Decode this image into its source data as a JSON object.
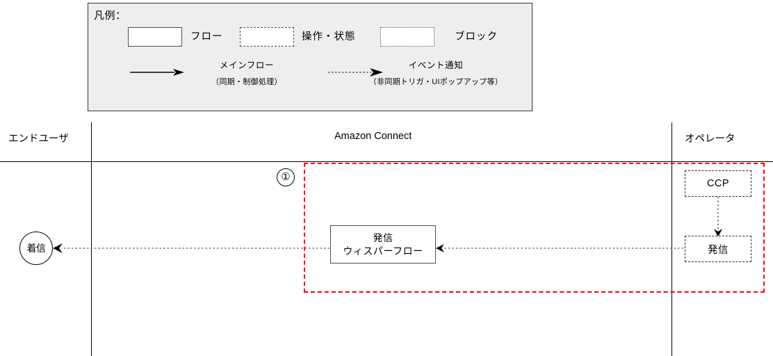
{
  "legend": {
    "title": "凡例：",
    "shapes": [
      {
        "icon": "solid-rectangle-icon",
        "style": "solid",
        "label": "フロー"
      },
      {
        "icon": "dashed-rectangle-icon",
        "style": "dashed",
        "label": "操作・状態"
      },
      {
        "icon": "dotted-rectangle-icon",
        "style": "dotted",
        "label": "ブロック"
      }
    ],
    "arrows": [
      {
        "icon": "solid-arrow-icon",
        "style": "solid",
        "label": "メインフロー",
        "sublabel": "（同期・制御処理）"
      },
      {
        "icon": "dotted-arrow-icon",
        "style": "dotted",
        "label": "イベント通知",
        "sublabel": "（非同期トリガ・UIポップアップ等）"
      }
    ]
  },
  "lanes": [
    {
      "id": "end-user",
      "title": "エンドユーザ"
    },
    {
      "id": "amazon-connect",
      "title": "Amazon Connect"
    },
    {
      "id": "operator",
      "title": "オペレータ"
    }
  ],
  "highlight": {
    "marker": "①",
    "color": "#ff0000"
  },
  "nodes": [
    {
      "id": "incoming-call",
      "shape": "circle",
      "label": "着信",
      "lane": "end-user"
    },
    {
      "id": "whisper-flow",
      "shape": "solid-rectangle",
      "label": "発信\nウィスパーフロー",
      "line1": "発信",
      "line2": "ウィスパーフロー",
      "lane": "amazon-connect"
    },
    {
      "id": "ccp",
      "shape": "dashed-rectangle",
      "label": "CCP",
      "lane": "operator"
    },
    {
      "id": "outbound-call",
      "shape": "dashed-rectangle",
      "label": "発信",
      "lane": "operator"
    }
  ],
  "edges": [
    {
      "from": "ccp",
      "to": "outbound-call",
      "style": "dotted",
      "type": "event-notification"
    },
    {
      "from": "outbound-call",
      "to": "whisper-flow",
      "style": "dotted",
      "type": "event-notification"
    },
    {
      "from": "whisper-flow",
      "to": "incoming-call",
      "style": "dotted",
      "type": "event-notification"
    }
  ]
}
